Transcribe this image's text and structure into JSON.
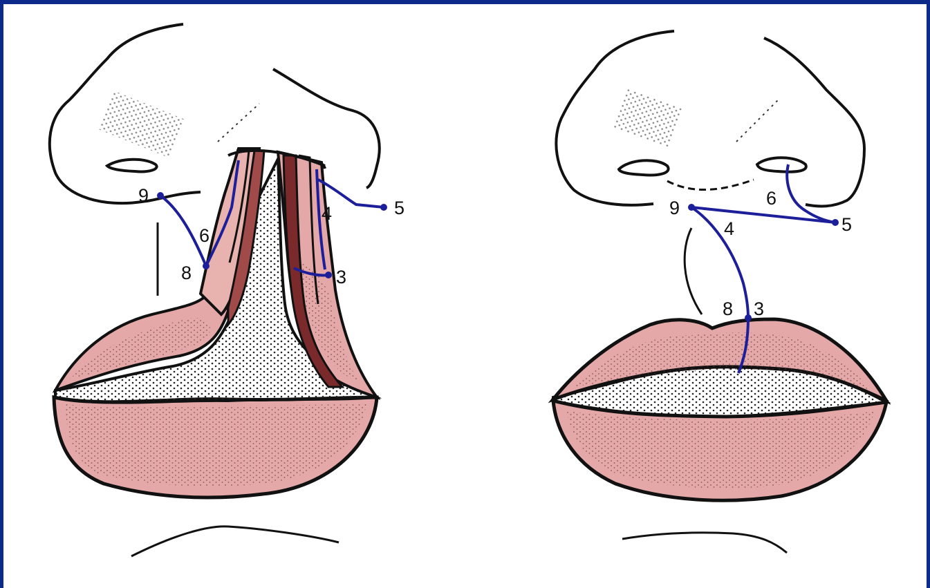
{
  "colors": {
    "frame": "#0b2a8a",
    "outline": "#111111",
    "suture": "#1d1f9a",
    "lip": "#e4a8a8",
    "lip_dark": "#c98a8a",
    "muscle": "#a04a4a",
    "muscle_dark": "#7a2a2a",
    "mucosa": "#f7f7f2"
  },
  "left_figure": {
    "labels": [
      "9",
      "6",
      "8",
      "4",
      "5",
      "3"
    ]
  },
  "right_figure": {
    "labels": [
      "9",
      "6",
      "5",
      "4",
      "8",
      "3"
    ]
  }
}
